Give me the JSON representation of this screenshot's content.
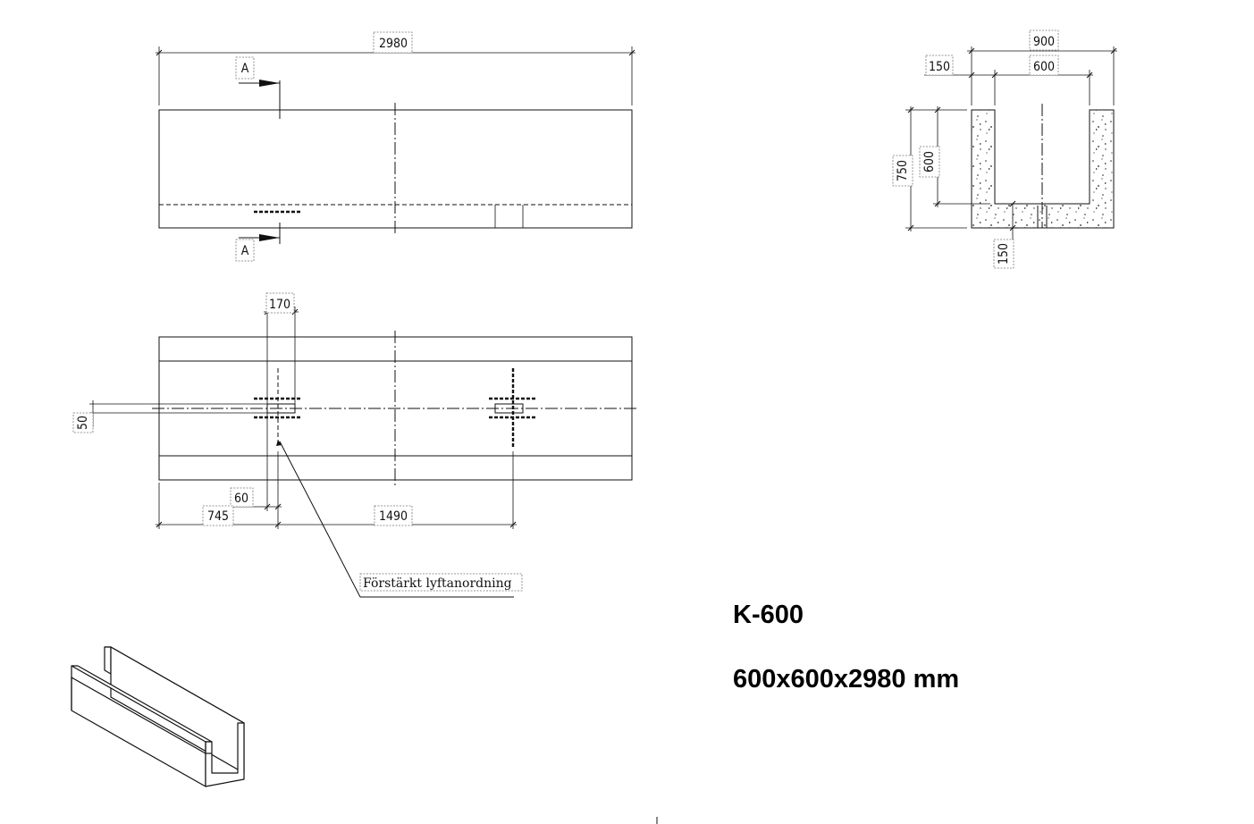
{
  "elevation": {
    "overall_length": "2980",
    "section_mark_top": "A",
    "section_mark_bottom": "A"
  },
  "plan": {
    "dim_170": "170",
    "dim_50": "50",
    "dim_60": "60",
    "dim_745": "745",
    "dim_1490": "1490",
    "callout_note": "Förstärkt lyftanordning"
  },
  "section": {
    "width_total": "900",
    "wall_left": "150",
    "inner_width": "600",
    "height_total": "750",
    "inner_height": "600",
    "base_thickness": "150"
  },
  "title": {
    "product_code": "K-600",
    "dimensions": "600x600x2980 mm"
  }
}
